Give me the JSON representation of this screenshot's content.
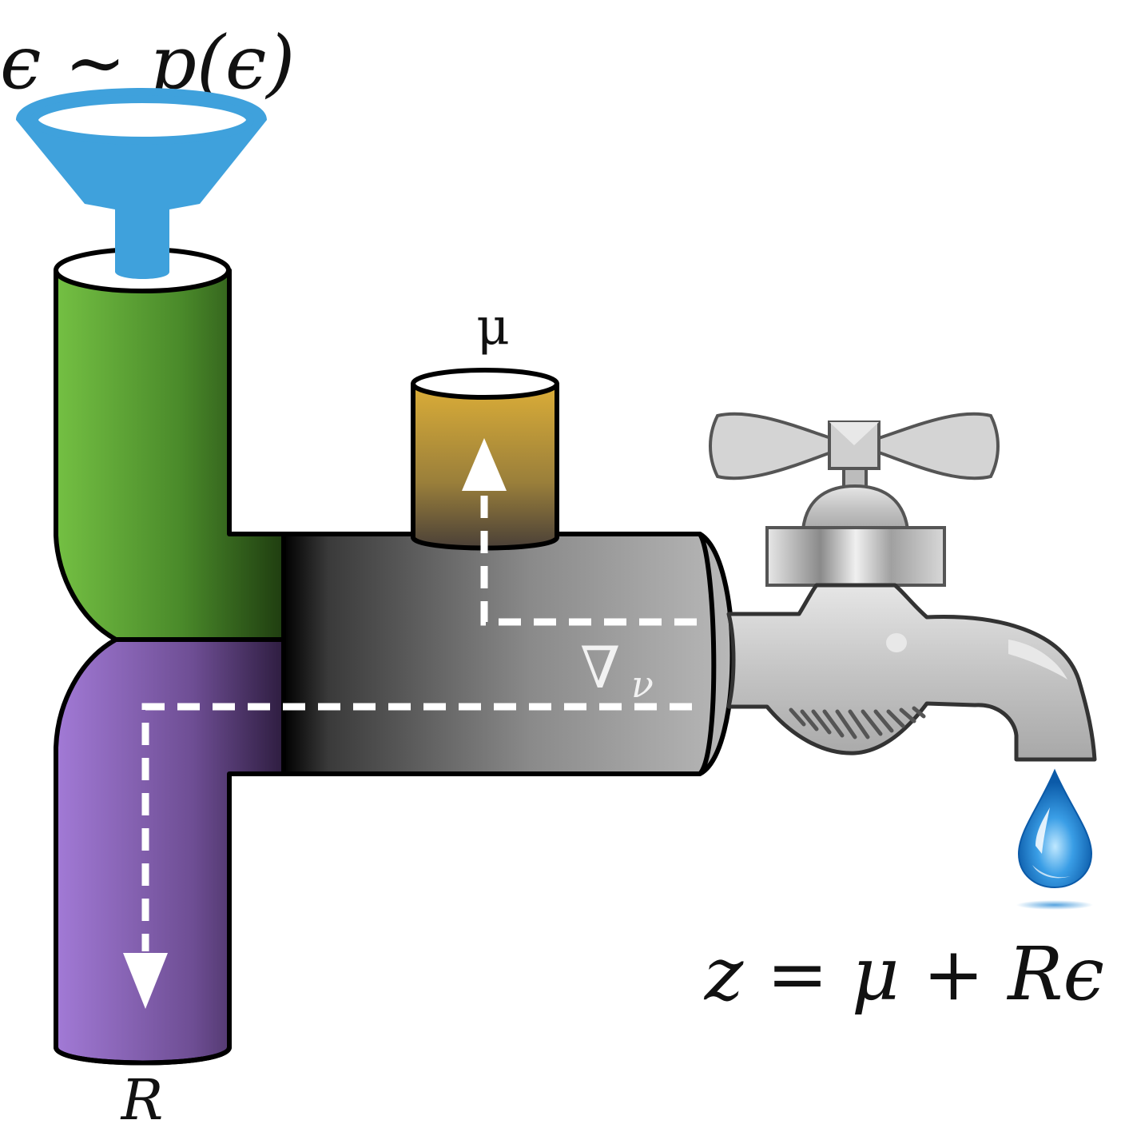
{
  "labels": {
    "noise": "ϵ ∼ p(ϵ)",
    "mu": "μ",
    "R": "R",
    "gradient_symbol": "∇",
    "gradient_subscript": "ν",
    "equation": "z = μ + Rϵ"
  },
  "colors": {
    "funnel": "#3fa1dc",
    "green_pipe": "#6fbf3f",
    "purple_pipe": "#9c78cf",
    "gold_pipe": "#d9ad3a",
    "gray_pipe": "#9a9a9a",
    "flow_arrows": "#ffffff",
    "faucet": "#c8c8c8",
    "water_drop": "#2a8bd6"
  },
  "icons": [
    "funnel-icon",
    "faucet-icon",
    "water-drop-icon"
  ]
}
